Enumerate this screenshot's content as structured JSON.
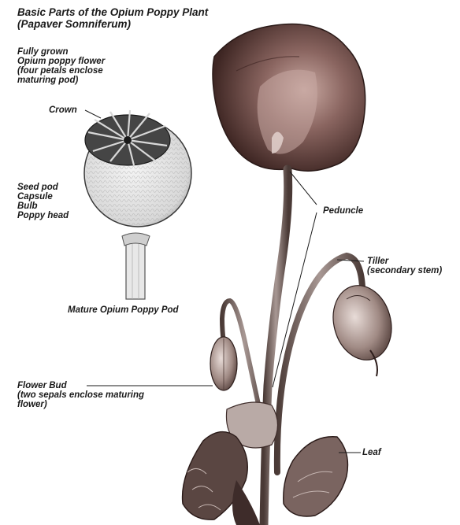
{
  "title": {
    "line1": "Basic Parts of the Opium Poppy Plant",
    "line2": "(Papaver Somniferum)"
  },
  "labels": {
    "fully_grown": [
      "Fully grown",
      "Opium poppy flower",
      "(four petals enclose",
      "maturing pod)"
    ],
    "crown": "Crown",
    "seed_pod": [
      "Seed pod",
      "Capsule",
      "Bulb",
      "Poppy head"
    ],
    "mature_pod": "Mature Opium Poppy Pod",
    "peduncle": "Peduncle",
    "tiller": [
      "Tiller",
      "(secondary stem)"
    ],
    "flower_bud": [
      "Flower Bud",
      "(two sepals enclose maturing",
      "flower)"
    ],
    "leaf": "Leaf"
  },
  "colors": {
    "ink": "#1a1a1a",
    "petal_dark": "#5a3a36",
    "petal_mid": "#8a6560",
    "stem": "#6e5a55",
    "pod_fill": "#e4e4e4"
  }
}
